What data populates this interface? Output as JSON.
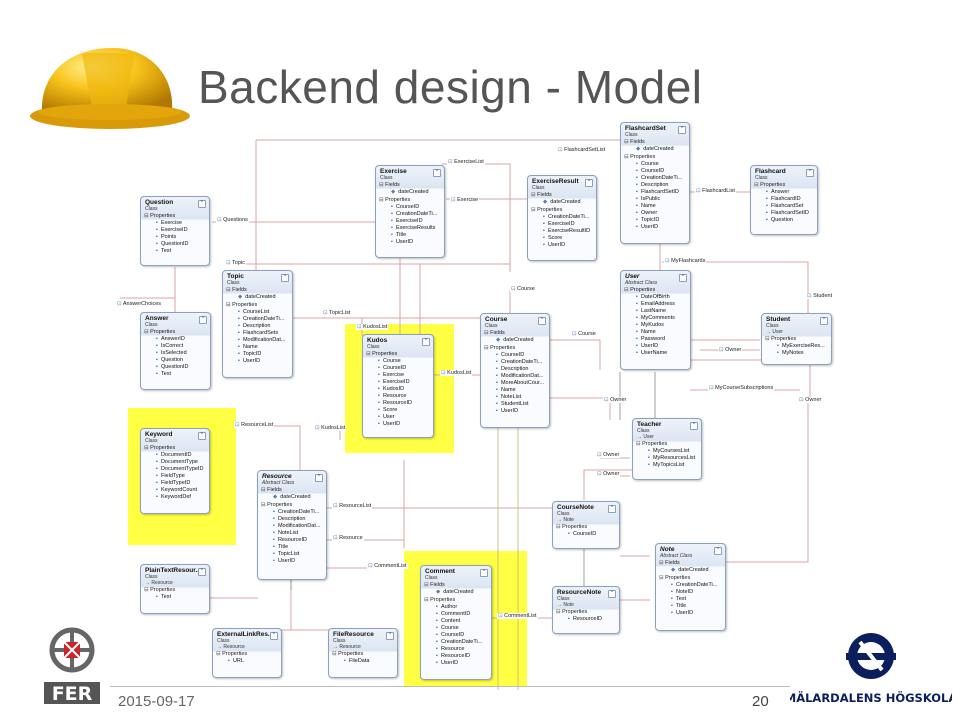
{
  "title": "Backend design - Model",
  "footer": {
    "date": "2015-09-17",
    "page": "20"
  },
  "logos": {
    "left_text": "FER",
    "right_text": "MÄLARDALENS HÖGSKOLA"
  },
  "classes": {
    "flashcardset": {
      "name": "FlashcardSet",
      "stereo": "Class",
      "fields": [
        "dateCreated"
      ],
      "props": [
        "Course",
        "CourseID",
        "CreationDateTi...",
        "Description",
        "FlashcardSetID",
        "IsPublic",
        "Name",
        "Owner",
        "TopicID",
        "UserID"
      ]
    },
    "flashcard": {
      "name": "Flashcard",
      "stereo": "Class",
      "props": [
        "Answer",
        "FlashcardID",
        "FlashcardSet",
        "FlashcardSetID",
        "Question"
      ]
    },
    "exercise": {
      "name": "Exercise",
      "stereo": "Class",
      "fields": [
        "dateCreated"
      ],
      "props": [
        "CourseID",
        "CreationDateTi...",
        "ExerciseID",
        "ExerciseResults",
        "Title",
        "UserID"
      ]
    },
    "exerciseresult": {
      "name": "ExerciseResult",
      "stereo": "Class",
      "fields": [
        "dateCreated"
      ],
      "props": [
        "CreationDateTi...",
        "ExerciseID",
        "ExerciseResultID",
        "Score",
        "UserID"
      ]
    },
    "question": {
      "name": "Question",
      "stereo": "Class",
      "props": [
        "Exercise",
        "ExerciseID",
        "Points",
        "QuestionID",
        "Text"
      ]
    },
    "topic": {
      "name": "Topic",
      "stereo": "Class",
      "fields": [
        "dateCreated"
      ],
      "props": [
        "CourseList",
        "CreationDateTi...",
        "Description",
        "FlashcardSets",
        "ModificationDat...",
        "Name",
        "TopicID",
        "UserID"
      ]
    },
    "user": {
      "name": "User",
      "stereo": "Abstract Class",
      "props": [
        "DateOfBirth",
        "EmailAddress",
        "LastName",
        "MyComments",
        "MyKudos",
        "Name",
        "Password",
        "UserID",
        "UserName"
      ]
    },
    "answer": {
      "name": "Answer",
      "stereo": "Class",
      "props": [
        "AnswerID",
        "IsCorrect",
        "IsSelected",
        "Question",
        "QuestionID",
        "Text"
      ]
    },
    "kudos": {
      "name": "Kudos",
      "stereo": "Class",
      "props": [
        "Course",
        "CourseID",
        "Exercise",
        "ExerciseID",
        "KudosID",
        "Resource",
        "ResourceID",
        "Score",
        "User",
        "UserID"
      ]
    },
    "course": {
      "name": "Course",
      "stereo": "Class",
      "fields": [
        "dateCreated"
      ],
      "props": [
        "CourseID",
        "CreationDateTi...",
        "Description",
        "ModificationDat...",
        "MoreAboutCour...",
        "Name",
        "NoteList",
        "StudentList",
        "UserID"
      ]
    },
    "student": {
      "name": "Student",
      "stereo": "Class",
      "parent": "User",
      "props": [
        "MyExerciseRes...",
        "MyNotes"
      ]
    },
    "keyword": {
      "name": "Keyword",
      "stereo": "Class",
      "props": [
        "DocumentID",
        "DocumentType",
        "DocumentTypeID",
        "FieldType",
        "FieldTypeID",
        "KeywordCount",
        "KeywordDef"
      ]
    },
    "teacher": {
      "name": "Teacher",
      "stereo": "Class",
      "parent": "User",
      "props": [
        "MyCoursesList",
        "MyResourcesList",
        "MyTopicsList"
      ]
    },
    "resource": {
      "name": "Resource",
      "stereo": "Abstract Class",
      "fields": [
        "dateCreated"
      ],
      "props": [
        "CreationDateTi...",
        "Description",
        "ModificationDat...",
        "NoteList",
        "ResourceID",
        "Title",
        "TopicList",
        "UserID"
      ]
    },
    "coursenote": {
      "name": "CourseNote",
      "stereo": "Class",
      "parent": "Note",
      "props": [
        "CourseID"
      ]
    },
    "note": {
      "name": "Note",
      "stereo": "Abstract Class",
      "fields": [
        "dateCreated"
      ],
      "props": [
        "CreationDateTi...",
        "NoteID",
        "Text",
        "Title",
        "UserID"
      ]
    },
    "plaintext": {
      "name": "PlainTextResour...",
      "stereo": "Class",
      "parent": "Resource",
      "props": [
        "Text"
      ]
    },
    "comment": {
      "name": "Comment",
      "stereo": "Class",
      "fields": [
        "dateCreated"
      ],
      "props": [
        "Author",
        "CommentID",
        "Content",
        "Course",
        "CourseID",
        "CreationDateTi...",
        "Resource",
        "ResourceID",
        "UserID"
      ]
    },
    "resourcenote": {
      "name": "ResourceNote",
      "stereo": "Class",
      "parent": "Note",
      "props": [
        "ResourceID"
      ]
    },
    "externallink": {
      "name": "ExternalLinkRes...",
      "stereo": "Class",
      "parent": "Resource",
      "props": [
        "URL"
      ]
    },
    "fileresource": {
      "name": "FileResource",
      "stereo": "Class",
      "parent": "Resource",
      "props": [
        "FileData"
      ]
    }
  },
  "edge_labels": [
    "FlashcardSetList",
    "ExerciseList",
    "FlashcardList",
    "Exercise",
    "Questions",
    "Topic",
    "MyFlashcards",
    "Student",
    "AnswerChoices",
    "TopicList",
    "KudosList",
    "Course",
    "Course",
    "KudosList",
    "Owner",
    "MyCourseSubscriptions",
    "Owner",
    "ResourceList",
    "KudosList",
    "Owner",
    "Owner",
    "Owner",
    "ResourceList",
    "Resource",
    "CommentList",
    "CommentList"
  ]
}
